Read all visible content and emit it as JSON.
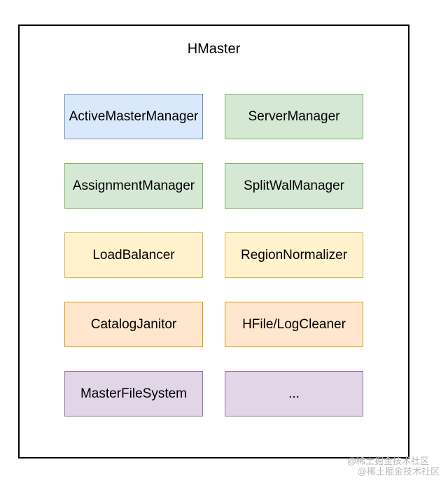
{
  "diagram": {
    "title": "HMaster",
    "frame_border_color": "#000000",
    "boxes": [
      {
        "label": "ActiveMasterManager",
        "fill": "#dae8fc",
        "stroke": "#6c8ebf"
      },
      {
        "label": "ServerManager",
        "fill": "#d5e8d4",
        "stroke": "#82b366"
      },
      {
        "label": "AssignmentManager",
        "fill": "#d5e8d4",
        "stroke": "#82b366"
      },
      {
        "label": "SplitWalManager",
        "fill": "#d5e8d4",
        "stroke": "#82b366"
      },
      {
        "label": "LoadBalancer",
        "fill": "#fff2cc",
        "stroke": "#d6b656"
      },
      {
        "label": "RegionNormalizer",
        "fill": "#fff2cc",
        "stroke": "#d6b656"
      },
      {
        "label": "CatalogJanitor",
        "fill": "#ffe6cc",
        "stroke": "#d79b00"
      },
      {
        "label": "HFile/LogCleaner",
        "fill": "#ffe6cc",
        "stroke": "#d79b00"
      },
      {
        "label": "MasterFileSystem",
        "fill": "#e1d5e7",
        "stroke": "#9673a6"
      },
      {
        "label": "...",
        "fill": "#e1d5e7",
        "stroke": "#9673a6"
      }
    ]
  },
  "watermark": {
    "line1": "@稀土掘金技术社区",
    "line2": "@稀土掘金技术社区",
    "color": "#b9b9b9"
  }
}
